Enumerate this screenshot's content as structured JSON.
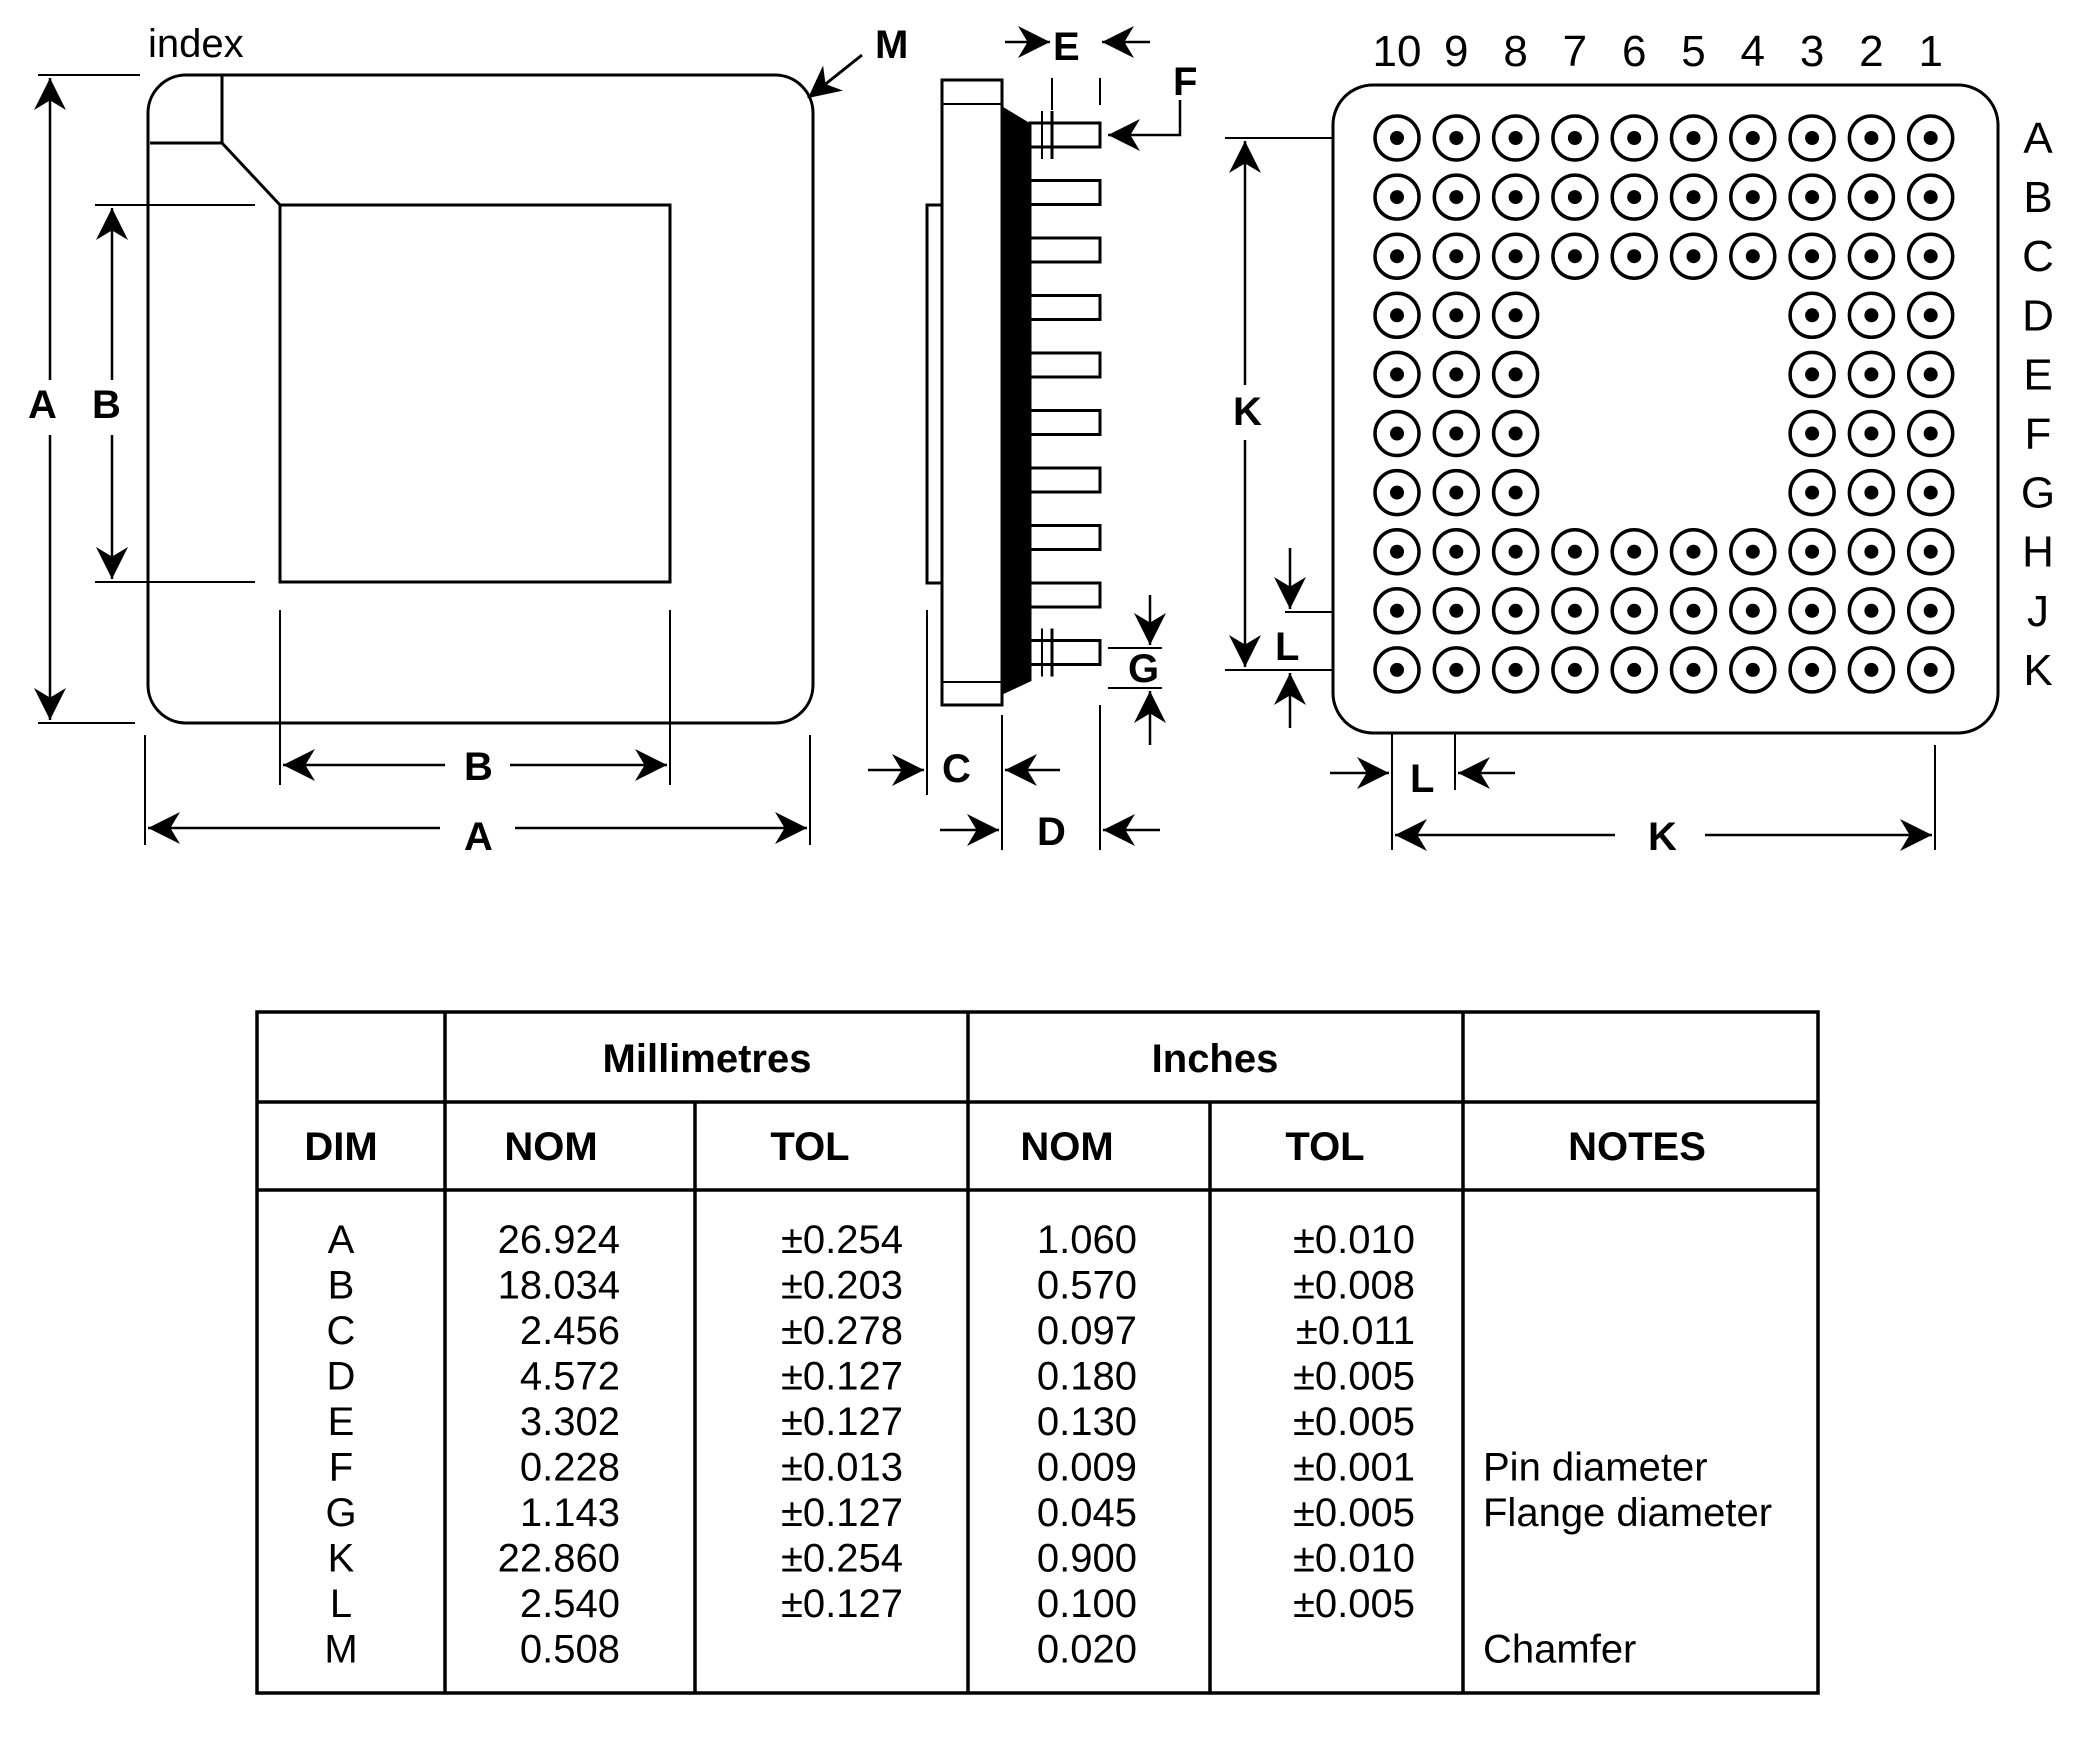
{
  "diagram": {
    "top_view": {
      "index_label": "index",
      "chamfer_label": "M",
      "dim_a_label": "A",
      "dim_b_label": "B"
    },
    "side_view": {
      "labels": {
        "c": "C",
        "d": "D",
        "e": "E",
        "f": "F",
        "g": "G"
      }
    },
    "bottom_view": {
      "columns": [
        "10",
        "9",
        "8",
        "7",
        "6",
        "5",
        "4",
        "3",
        "2",
        "1"
      ],
      "rows": [
        "A",
        "B",
        "C",
        "D",
        "E",
        "F",
        "G",
        "H",
        "J",
        "K"
      ],
      "pin_rows": [
        "1111111111",
        "1111111111",
        "1111111111",
        "1110000111",
        "1110000111",
        "1110000111",
        "1110000111",
        "1111111111",
        "1111111111",
        "1111111111"
      ],
      "dim_k_label": "K",
      "dim_l_label": "L"
    }
  },
  "table": {
    "group_headers": {
      "mm": "Millimetres",
      "inch": "Inches"
    },
    "column_headers": {
      "dim": "DIM",
      "mm_nom": "NOM",
      "mm_tol": "TOL",
      "in_nom": "NOM",
      "in_tol": "TOL",
      "notes": "NOTES"
    },
    "rows": [
      {
        "dim": "A",
        "mm_nom": "26.924",
        "mm_tol": "±0.254",
        "in_nom": "1.060",
        "in_tol": "±0.010",
        "notes": ""
      },
      {
        "dim": "B",
        "mm_nom": "18.034",
        "mm_tol": "±0.203",
        "in_nom": "0.570",
        "in_tol": "±0.008",
        "notes": ""
      },
      {
        "dim": "C",
        "mm_nom": "2.456",
        "mm_tol": "±0.278",
        "in_nom": "0.097",
        "in_tol": "±0.011",
        "notes": ""
      },
      {
        "dim": "D",
        "mm_nom": "4.572",
        "mm_tol": "±0.127",
        "in_nom": "0.180",
        "in_tol": "±0.005",
        "notes": ""
      },
      {
        "dim": "E",
        "mm_nom": "3.302",
        "mm_tol": "±0.127",
        "in_nom": "0.130",
        "in_tol": "±0.005",
        "notes": ""
      },
      {
        "dim": "F",
        "mm_nom": "0.228",
        "mm_tol": "±0.013",
        "in_nom": "0.009",
        "in_tol": "±0.001",
        "notes": "Pin diameter"
      },
      {
        "dim": "G",
        "mm_nom": "1.143",
        "mm_tol": "±0.127",
        "in_nom": "0.045",
        "in_tol": "±0.005",
        "notes": "Flange diameter"
      },
      {
        "dim": "K",
        "mm_nom": "22.860",
        "mm_tol": "±0.254",
        "in_nom": "0.900",
        "in_tol": "±0.010",
        "notes": ""
      },
      {
        "dim": "L",
        "mm_nom": "2.540",
        "mm_tol": "±0.127",
        "in_nom": "0.100",
        "in_tol": "±0.005",
        "notes": ""
      },
      {
        "dim": "M",
        "mm_nom": "0.508",
        "mm_tol": "",
        "in_nom": "0.020",
        "in_tol": "",
        "notes": "Chamfer"
      }
    ]
  }
}
